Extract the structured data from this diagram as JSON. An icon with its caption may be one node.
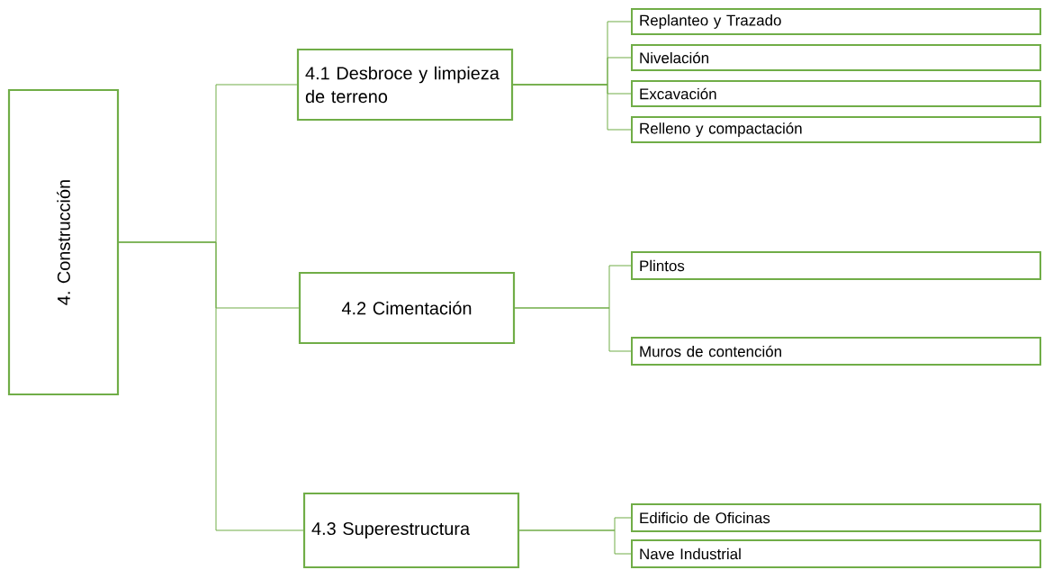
{
  "diagram": {
    "nodes": [
      {
        "text": [
          "4. Construcción"
        ]
      },
      {
        "text": [
          "4.1 Desbroce y limpieza de terreno"
        ]
      },
      {
        "text": [
          "4.2 Cimentación"
        ]
      },
      {
        "text": [
          "4.3 Superestructura"
        ]
      },
      {
        "text": [
          "Replanteo y Trazado"
        ]
      },
      {
        "text": [
          "Nivelación"
        ]
      },
      {
        "text": [
          "Excavación"
        ]
      },
      {
        "text": [
          "Relleno y compactación"
        ]
      },
      {
        "text": [
          "Plintos"
        ]
      },
      {
        "text": [
          "Muros de contención"
        ]
      },
      {
        "text": [
          "Edificio de Oficinas"
        ]
      },
      {
        "text": [
          "Nave Industrial"
        ]
      }
    ],
    "edges": [
      {
        "from": 0,
        "to": 1,
        "arrow": "none"
      },
      {
        "from": 0,
        "to": 2,
        "arrow": "none"
      },
      {
        "from": 0,
        "to": 3,
        "arrow": "none"
      },
      {
        "from": 1,
        "to": 4,
        "arrow": "none"
      },
      {
        "from": 1,
        "to": 5,
        "arrow": "none"
      },
      {
        "from": 1,
        "to": 6,
        "arrow": "none"
      },
      {
        "from": 1,
        "to": 7,
        "arrow": "none"
      },
      {
        "from": 2,
        "to": 8,
        "arrow": "none"
      },
      {
        "from": 2,
        "to": 9,
        "arrow": "none"
      },
      {
        "from": 3,
        "to": 10,
        "arrow": "none"
      },
      {
        "from": 3,
        "to": 11,
        "arrow": "none"
      }
    ]
  }
}
